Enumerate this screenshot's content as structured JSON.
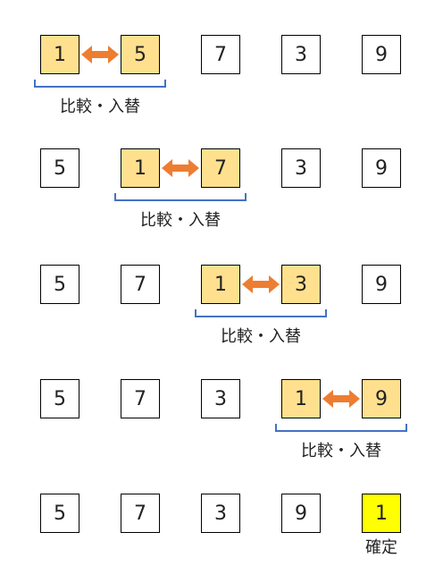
{
  "rows": [
    {
      "values": [
        "1",
        "5",
        "7",
        "3",
        "9"
      ],
      "pair": 0,
      "label": "比較・入替"
    },
    {
      "values": [
        "5",
        "1",
        "7",
        "3",
        "9"
      ],
      "pair": 1,
      "label": "比較・入替"
    },
    {
      "values": [
        "5",
        "7",
        "1",
        "3",
        "9"
      ],
      "pair": 2,
      "label": "比較・入替"
    },
    {
      "values": [
        "5",
        "7",
        "3",
        "1",
        "9"
      ],
      "pair": 3,
      "label": "比較・入替"
    }
  ],
  "final": {
    "values": [
      "5",
      "7",
      "3",
      "9",
      "1"
    ],
    "fixed_index": 4,
    "label": "確定"
  },
  "colors": {
    "highlight": "#ffe08e",
    "fixed": "#ffff00",
    "arrow": "#ed7d31",
    "brace": "#4472c4"
  }
}
